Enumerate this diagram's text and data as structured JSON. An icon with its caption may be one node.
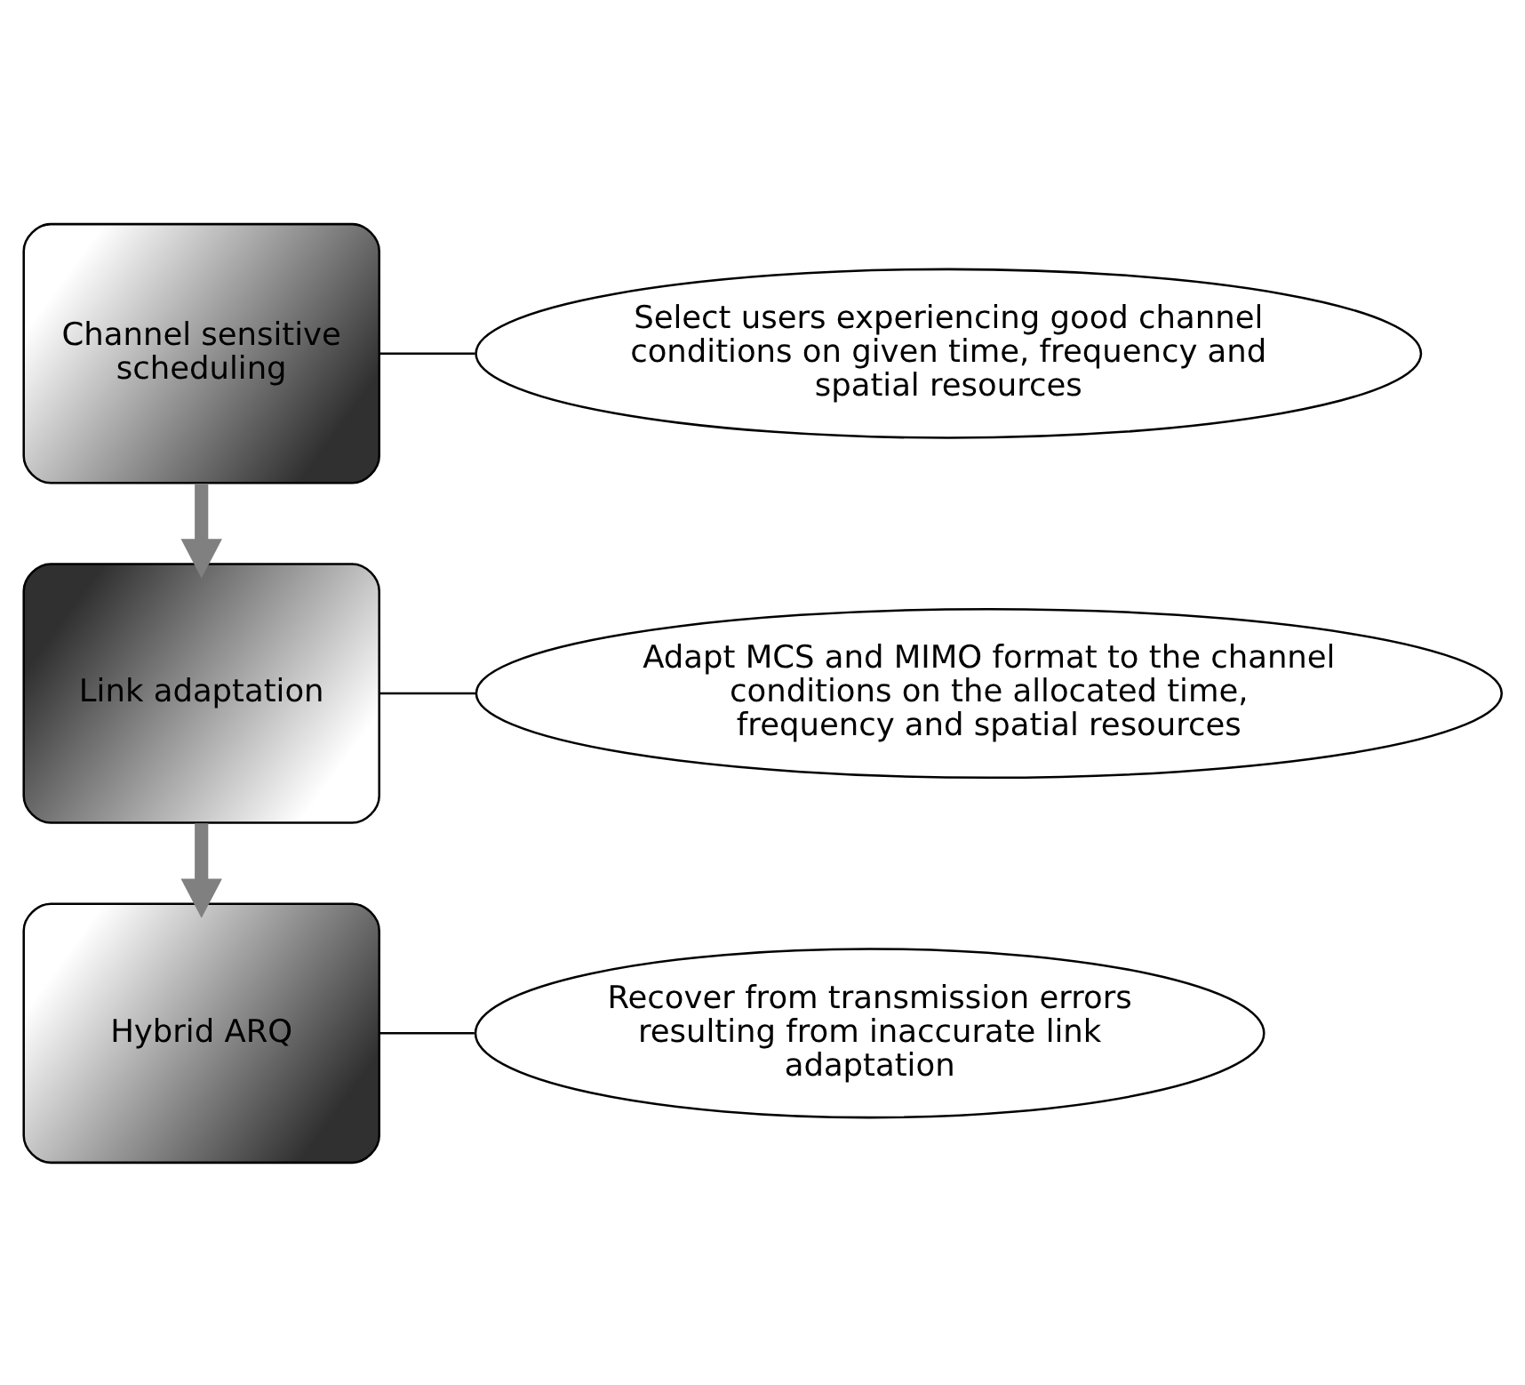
{
  "diagram": {
    "nodes": [
      {
        "text": [
          "Channel sensitive scheduling"
        ]
      },
      {
        "text": [
          "Link adaptation"
        ]
      },
      {
        "text": [
          "Hybrid ARQ"
        ]
      },
      {
        "text": [
          "Select users experiencing good channel conditions on given time, frequency and spatial resources"
        ]
      },
      {
        "text": [
          "Adapt MCS and MIMO format to the channel conditions on the allocated time, frequency and spatial resources"
        ]
      },
      {
        "text": [
          "Recover from transmission errors resulting from inaccurate link adaptation"
        ]
      }
    ],
    "edges": [
      {
        "from": 0,
        "to": 1,
        "arrow": "to",
        "style": "thick",
        "color": "#808080"
      },
      {
        "from": 1,
        "to": 2,
        "arrow": "to",
        "style": "thick",
        "color": "#808080"
      },
      {
        "from": 0,
        "to": 3,
        "arrow": "none"
      },
      {
        "from": 1,
        "to": 4,
        "arrow": "none"
      },
      {
        "from": 2,
        "to": 5,
        "arrow": "none"
      }
    ]
  }
}
